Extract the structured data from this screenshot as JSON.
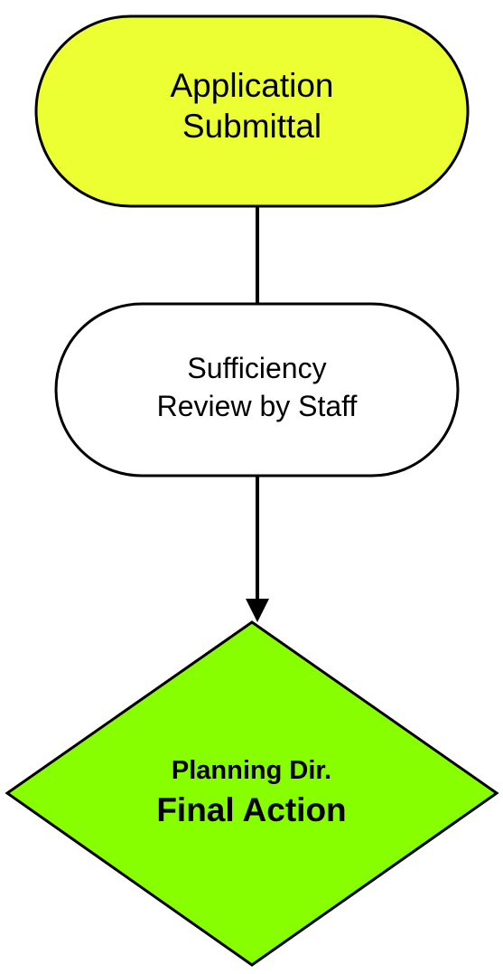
{
  "nodes": {
    "submittal": {
      "lines": [
        "Application",
        "Submittal"
      ],
      "fill": "#EBFF33"
    },
    "review": {
      "lines": [
        "Sufficiency",
        "Review by Staff"
      ],
      "fill": "#FFFFFF"
    },
    "final_action": {
      "lines": [
        "Planning Dir.",
        "Final Action"
      ],
      "fill": "#88FF00"
    }
  },
  "stroke_color": "#000000"
}
